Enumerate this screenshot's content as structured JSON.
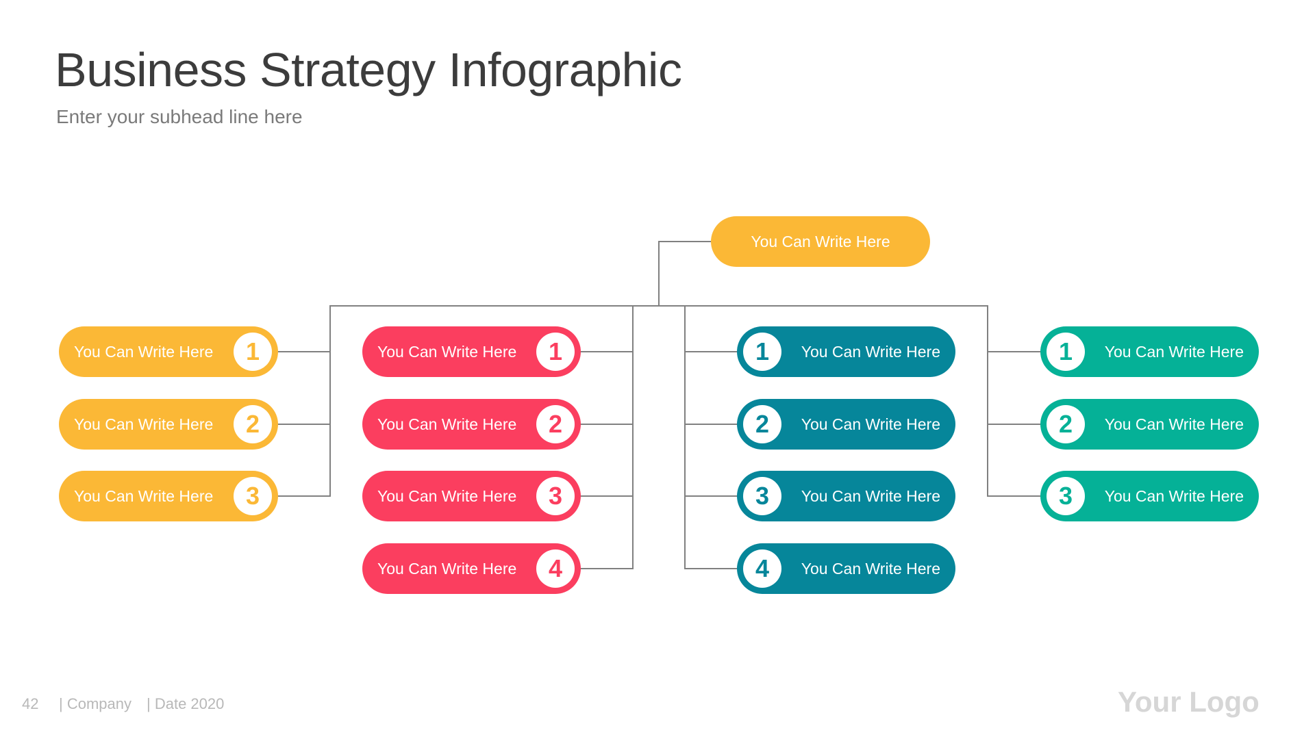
{
  "title": "Business Strategy Infographic",
  "subhead": "Enter your subhead line here",
  "top_node": {
    "label": "You Can Write Here",
    "color": "#fbb836"
  },
  "groups": [
    {
      "color": "#fbb836",
      "items": [
        {
          "num": "1",
          "label": "You Can Write Here"
        },
        {
          "num": "2",
          "label": "You Can Write Here"
        },
        {
          "num": "3",
          "label": "You Can Write Here"
        }
      ]
    },
    {
      "color": "#fb3e5f",
      "items": [
        {
          "num": "1",
          "label": "You Can Write Here"
        },
        {
          "num": "2",
          "label": "You Can Write Here"
        },
        {
          "num": "3",
          "label": "You Can Write Here"
        },
        {
          "num": "4",
          "label": "You Can Write Here"
        }
      ]
    },
    {
      "color": "#06869a",
      "items": [
        {
          "num": "1",
          "label": "You Can Write Here"
        },
        {
          "num": "2",
          "label": "You Can Write Here"
        },
        {
          "num": "3",
          "label": "You Can Write Here"
        },
        {
          "num": "4",
          "label": "You Can Write Here"
        }
      ]
    },
    {
      "color": "#05b197",
      "items": [
        {
          "num": "1",
          "label": "You Can Write Here"
        },
        {
          "num": "2",
          "label": "You Can Write Here"
        },
        {
          "num": "3",
          "label": "You Can Write Here"
        }
      ]
    }
  ],
  "footer": {
    "page": "42",
    "company": "| Company",
    "date": "| Date 2020"
  },
  "logo": "Your Logo"
}
